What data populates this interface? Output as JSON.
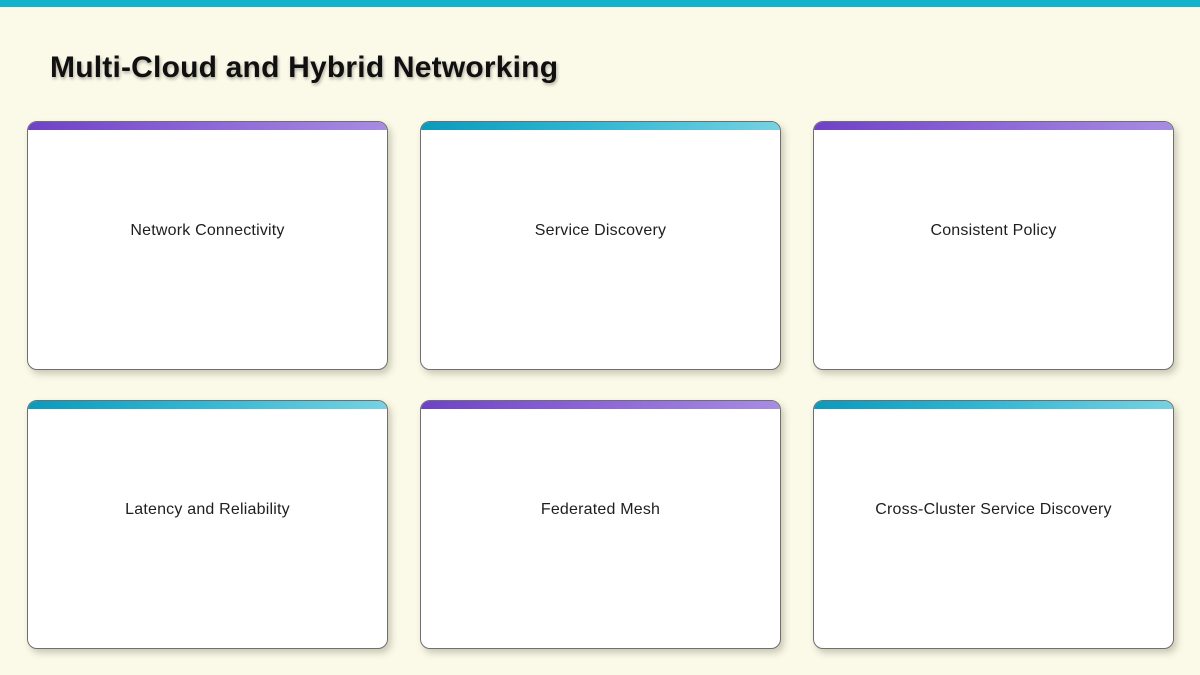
{
  "page": {
    "title": "Multi-Cloud and Hybrid Networking"
  },
  "theme": {
    "background": "#FBF9E7",
    "top_bar_color": "#12B3CB",
    "card_background": "#FFFFFF",
    "card_border": "#6F6F6F",
    "accent_purple_start": "#6E42C6",
    "accent_purple_end": "#A78CE2",
    "accent_teal_start": "#0C9ABB",
    "accent_teal_end": "#76D2E2"
  },
  "cards": [
    {
      "label": "Network Connectivity",
      "accent": "purple"
    },
    {
      "label": "Service Discovery",
      "accent": "teal"
    },
    {
      "label": "Consistent Policy",
      "accent": "purple"
    },
    {
      "label": "Latency and Reliability",
      "accent": "teal"
    },
    {
      "label": "Federated Mesh",
      "accent": "purple"
    },
    {
      "label": "Cross-Cluster Service Discovery",
      "accent": "teal"
    }
  ]
}
